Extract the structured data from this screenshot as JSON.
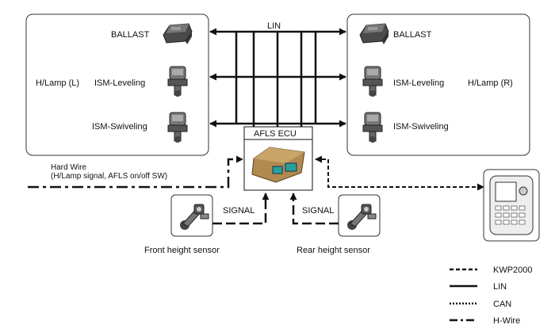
{
  "bus": {
    "lin_label": "LIN"
  },
  "left_box": {
    "group_label": "H/Lamp (L)",
    "components": [
      "BALLAST",
      "ISM-Leveling",
      "ISM-Swiveling"
    ]
  },
  "right_box": {
    "group_label": "H/Lamp (R)",
    "components": [
      "BALLAST",
      "ISM-Leveling",
      "ISM-Swiveling"
    ]
  },
  "ecu": {
    "title": "AFLS ECU"
  },
  "hard_wire": {
    "line1": "Hard Wire",
    "line2": "(H/Lamp signal, AFLS on/off SW)"
  },
  "sensors": {
    "signal_label": "SIGNAL",
    "front_label": "Front height sensor",
    "rear_label": "Rear height sensor"
  },
  "legend": [
    "KWP2000",
    "LIN",
    "CAN",
    "H-Wire"
  ]
}
